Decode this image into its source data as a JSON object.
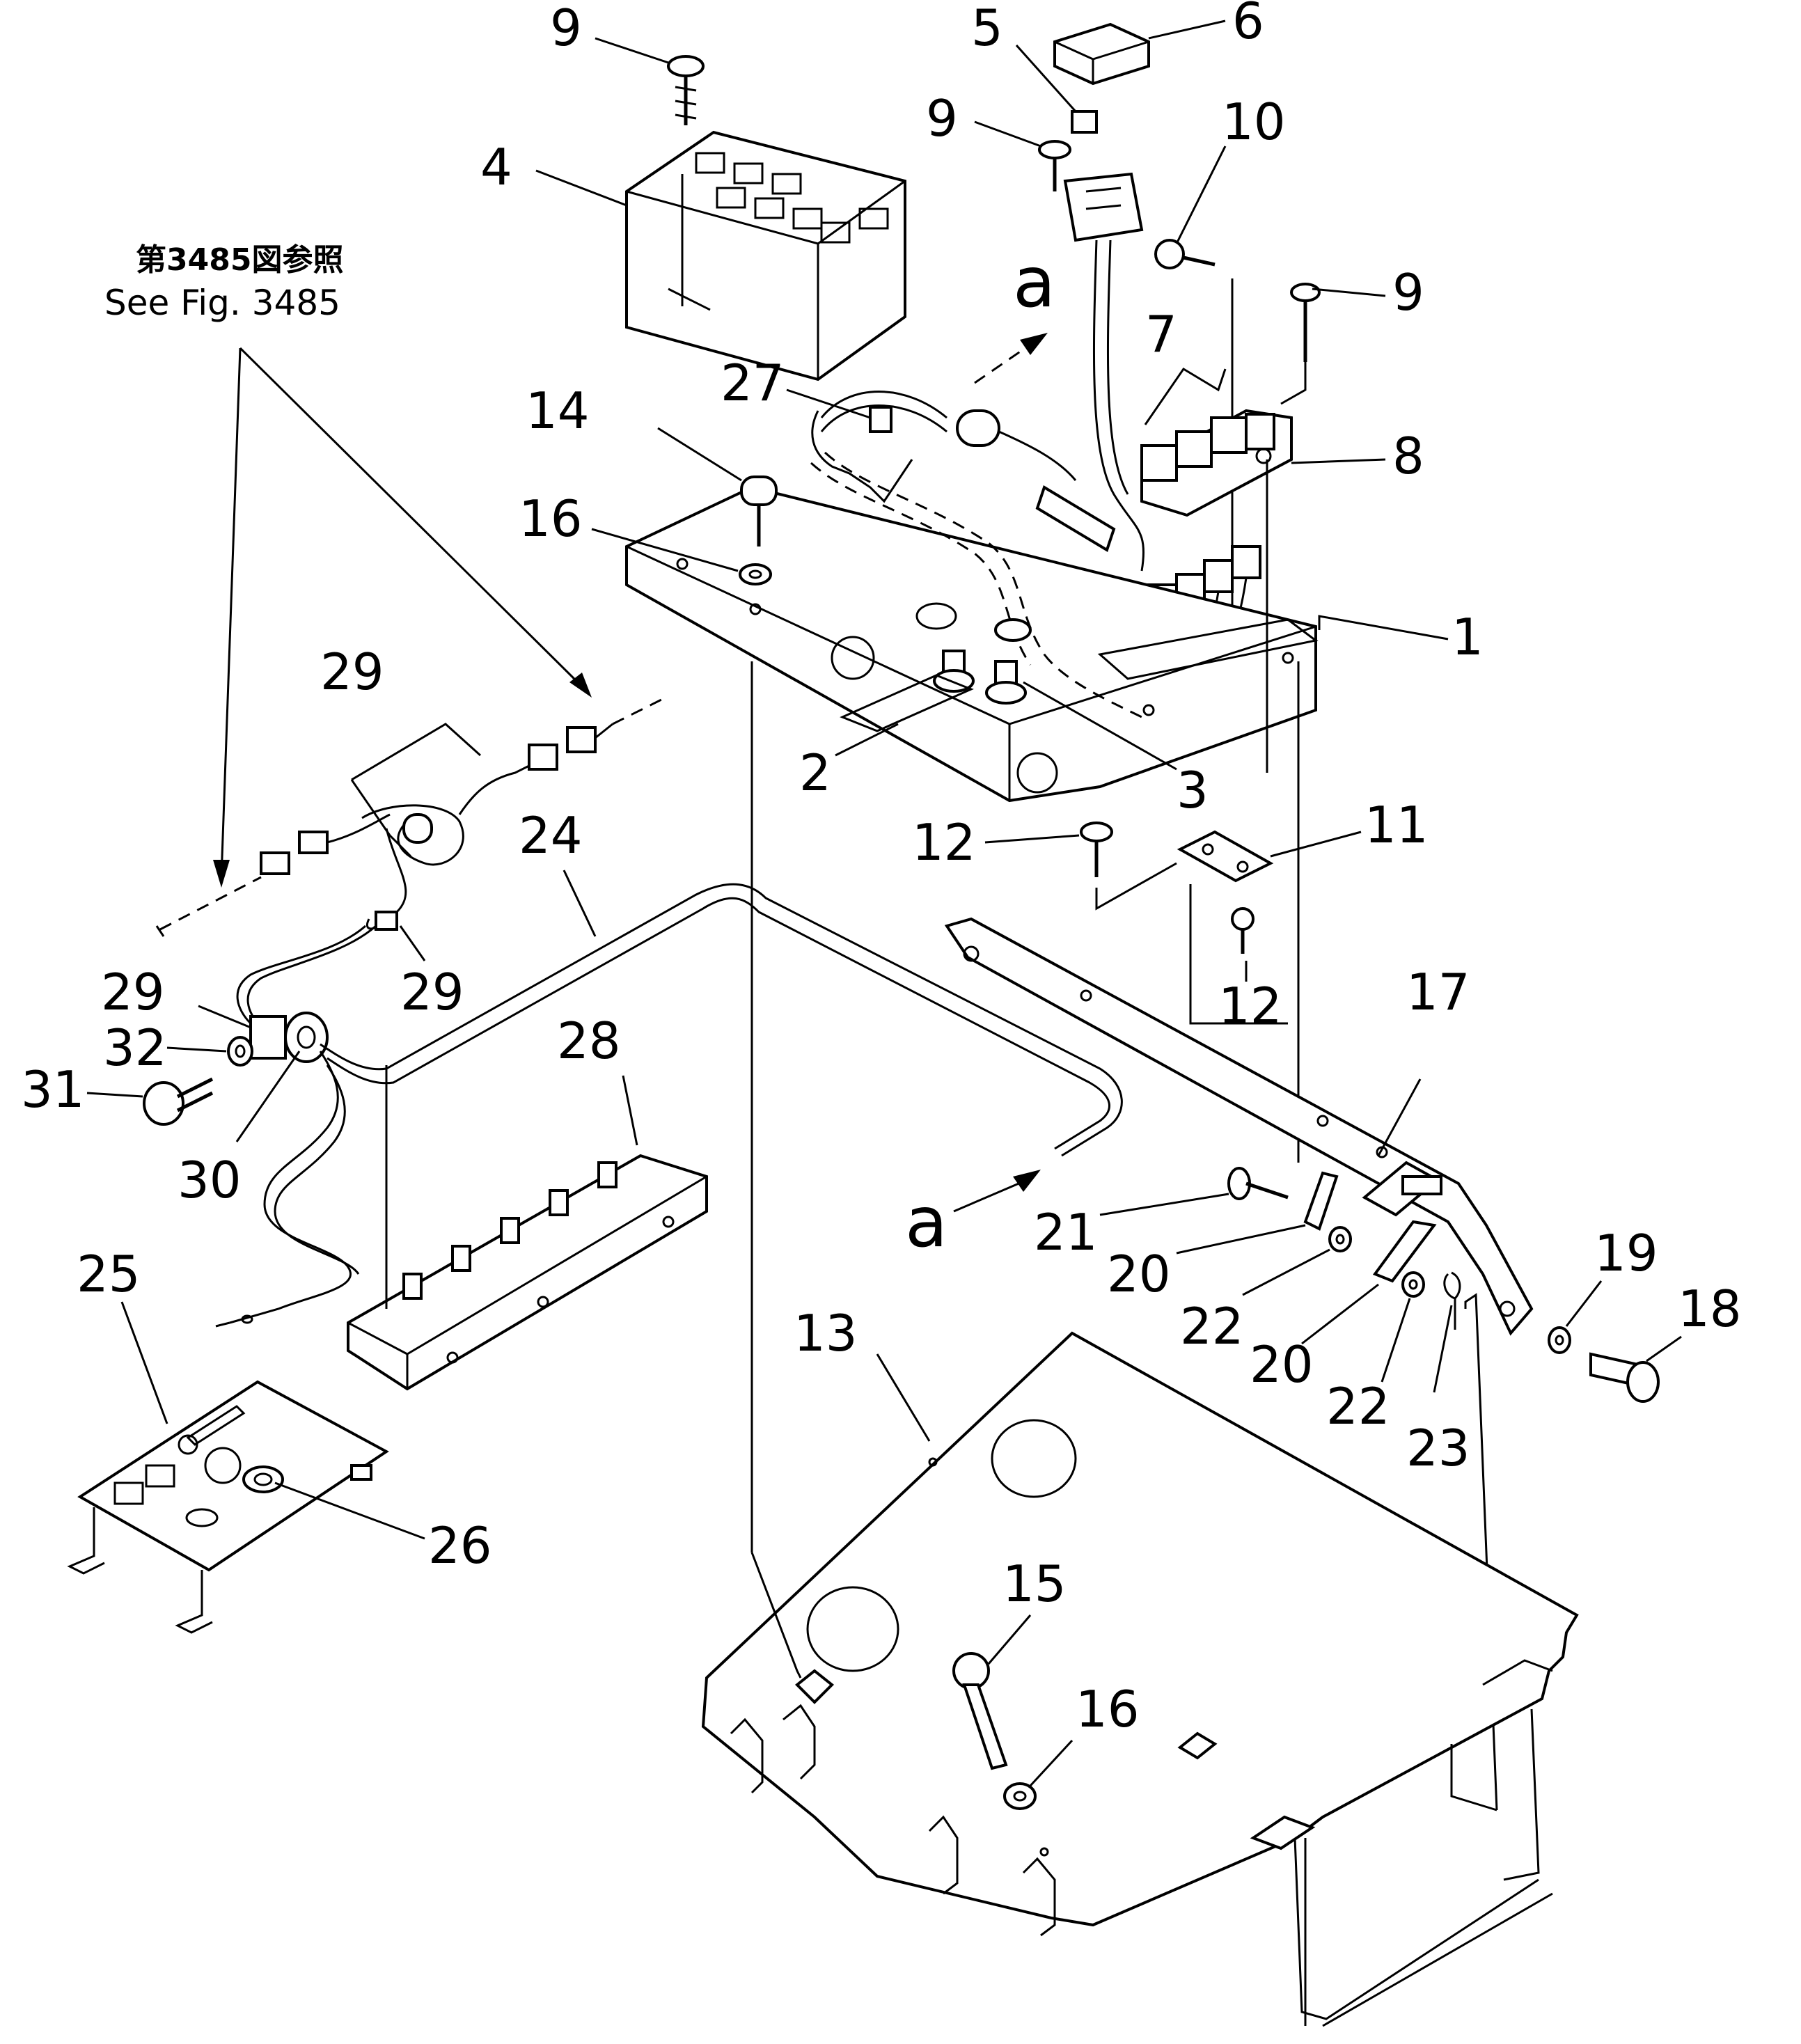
{
  "reference": {
    "japanese": "第3485図参照",
    "english": "See Fig. 3485"
  },
  "connection_label": "a",
  "callouts": [
    {
      "id": "c9a",
      "text": "9"
    },
    {
      "id": "c5",
      "text": "5"
    },
    {
      "id": "c6",
      "text": "6"
    },
    {
      "id": "c9b",
      "text": "9"
    },
    {
      "id": "c10",
      "text": "10"
    },
    {
      "id": "c4",
      "text": "4"
    },
    {
      "id": "c9c",
      "text": "9"
    },
    {
      "id": "c7",
      "text": "7"
    },
    {
      "id": "c27",
      "text": "27"
    },
    {
      "id": "c8",
      "text": "8"
    },
    {
      "id": "c14",
      "text": "14"
    },
    {
      "id": "c16a",
      "text": "16"
    },
    {
      "id": "c1",
      "text": "1"
    },
    {
      "id": "c29a",
      "text": "29"
    },
    {
      "id": "c2",
      "text": "2"
    },
    {
      "id": "c3",
      "text": "3"
    },
    {
      "id": "c24",
      "text": "24"
    },
    {
      "id": "c12a",
      "text": "12"
    },
    {
      "id": "c11",
      "text": "11"
    },
    {
      "id": "c29b",
      "text": "29"
    },
    {
      "id": "c12b",
      "text": "12"
    },
    {
      "id": "c29c",
      "text": "29"
    },
    {
      "id": "c17",
      "text": "17"
    },
    {
      "id": "c32",
      "text": "32"
    },
    {
      "id": "c28",
      "text": "28"
    },
    {
      "id": "c31",
      "text": "31"
    },
    {
      "id": "c30",
      "text": "30"
    },
    {
      "id": "c21",
      "text": "21"
    },
    {
      "id": "c20a",
      "text": "20"
    },
    {
      "id": "c19",
      "text": "19"
    },
    {
      "id": "c25",
      "text": "25"
    },
    {
      "id": "c22a",
      "text": "22"
    },
    {
      "id": "c18",
      "text": "18"
    },
    {
      "id": "c20b",
      "text": "20"
    },
    {
      "id": "c13",
      "text": "13"
    },
    {
      "id": "c22b",
      "text": "22"
    },
    {
      "id": "c23",
      "text": "23"
    },
    {
      "id": "c26",
      "text": "26"
    },
    {
      "id": "c15",
      "text": "15"
    },
    {
      "id": "c16b",
      "text": "16"
    }
  ]
}
